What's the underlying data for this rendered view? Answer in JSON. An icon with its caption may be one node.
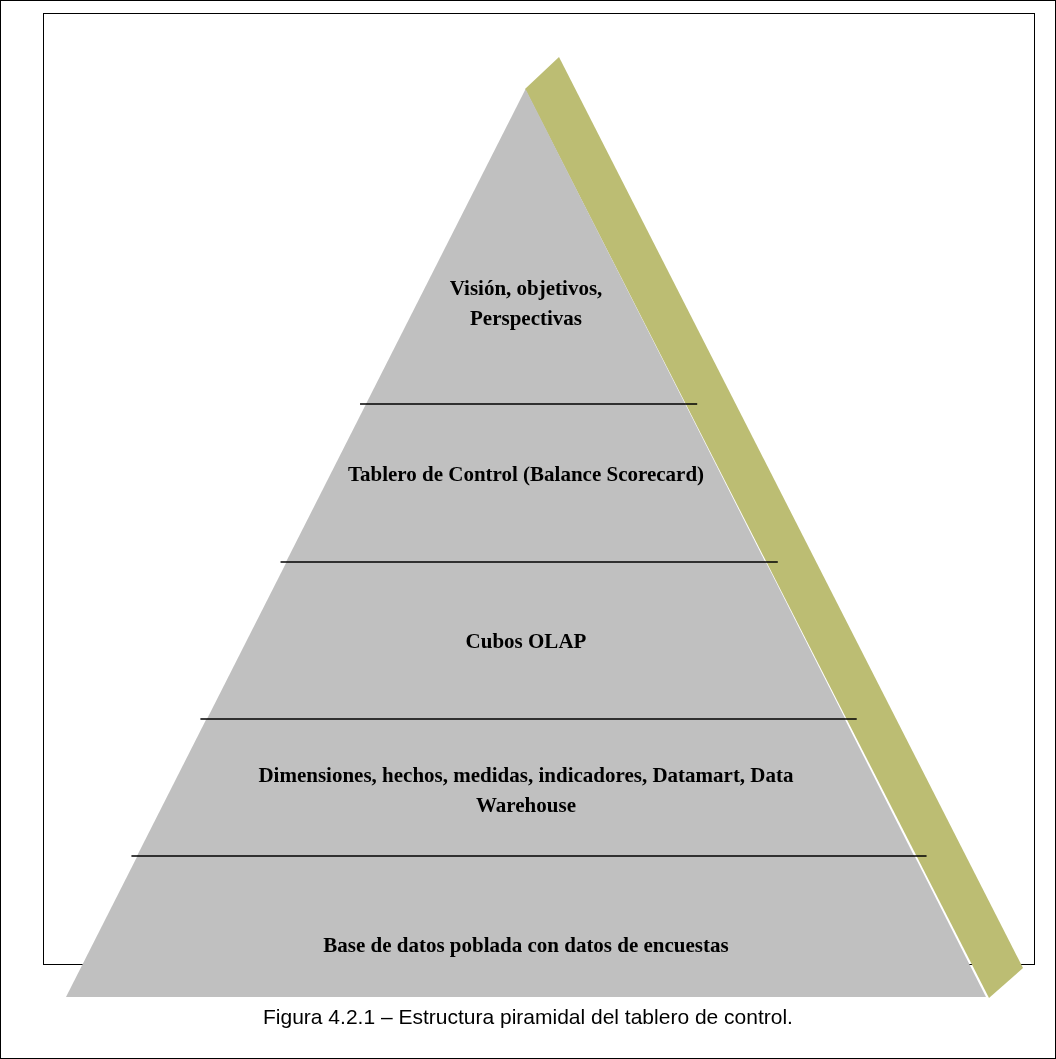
{
  "diagram": {
    "caption": "Figura 4.2.1 – Estructura piramidal del tablero de control.",
    "nodes": [
      {
        "text": [
          "Visión, objetivos, Perspectivas"
        ]
      },
      {
        "text": [
          "Tablero de Control (Balance Scorecard)"
        ]
      },
      {
        "text": [
          "Cubos OLAP"
        ]
      },
      {
        "text": [
          "Dimensiones, hechos, medidas, indicadores, Datamart, Data Warehouse"
        ]
      },
      {
        "text": [
          "Base de datos poblada con datos de encuestas"
        ]
      }
    ]
  }
}
